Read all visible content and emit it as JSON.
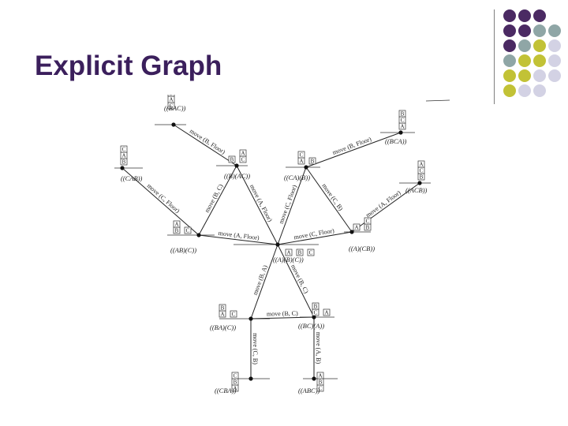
{
  "slide": {
    "title": "Explicit Graph",
    "colors": {
      "title": "#3b1f5c",
      "purple": "#4b2a63",
      "teal": "#8fa6a6",
      "olive": "#c2c236",
      "lavender": "#d3d2e4"
    }
  },
  "decor": {
    "dot_grid": [
      [
        "purple",
        "purple",
        "purple",
        ""
      ],
      [
        "purple",
        "purple",
        "teal",
        "teal"
      ],
      [
        "purple",
        "teal",
        "olive",
        "lavender"
      ],
      [
        "teal",
        "olive",
        "olive",
        "lavender"
      ],
      [
        "olive",
        "olive",
        "lavender",
        "lavender"
      ],
      [
        "olive",
        "lavender",
        "lavender",
        ""
      ]
    ]
  },
  "graph": {
    "states": [
      {
        "id": "BAC",
        "label": "((BAC))",
        "stacks": [
          [
            "C",
            "A",
            "B"
          ]
        ]
      },
      {
        "id": "CAB",
        "label": "((CAB))",
        "stacks": [
          [
            "B",
            "A",
            "C"
          ]
        ]
      },
      {
        "id": "B_AC",
        "label": "((B)(AC))",
        "stacks": [
          [
            "B"
          ],
          [
            "C",
            "A"
          ]
        ]
      },
      {
        "id": "CA_B",
        "label": "((CA)(B))",
        "stacks": [
          [
            "A",
            "C"
          ],
          [
            "B"
          ]
        ]
      },
      {
        "id": "BCA",
        "label": "((BCA))",
        "stacks": [
          [
            "A",
            "C",
            "B"
          ]
        ]
      },
      {
        "id": "ACB",
        "label": "((ACB))",
        "stacks": [
          [
            "B",
            "C",
            "A"
          ]
        ]
      },
      {
        "id": "AB_C",
        "label": "((AB)(C))",
        "stacks": [
          [
            "B",
            "A"
          ],
          [
            "C"
          ]
        ]
      },
      {
        "id": "A_B_C",
        "label": "((A)(B)(C))",
        "stacks": [
          [
            "A"
          ],
          [
            "B"
          ],
          [
            "C"
          ]
        ]
      },
      {
        "id": "A_CB",
        "label": "((A)(CB))",
        "stacks": [
          [
            "A"
          ],
          [
            "B",
            "C"
          ]
        ]
      },
      {
        "id": "BA_C",
        "label": "((BA)(C))",
        "stacks": [
          [
            "A",
            "B"
          ],
          [
            "C"
          ]
        ]
      },
      {
        "id": "BC_A",
        "label": "((BC)(A))",
        "stacks": [
          [
            "C",
            "B"
          ],
          [
            "A"
          ]
        ]
      },
      {
        "id": "CBA",
        "label": "((CBA))",
        "stacks": [
          [
            "A",
            "B",
            "C"
          ]
        ]
      },
      {
        "id": "ABC",
        "label": "((ABC))",
        "stacks": [
          [
            "C",
            "B",
            "A"
          ]
        ]
      }
    ],
    "edges": [
      {
        "from": "BAC",
        "to": "B_AC",
        "label": "move (B, Floor)"
      },
      {
        "from": "CAB",
        "to": "AB_C",
        "label": "move (C, Floor)"
      },
      {
        "from": "B_AC",
        "to": "AB_C",
        "label": "move (B, C)"
      },
      {
        "from": "B_AC",
        "to": "A_B_C",
        "label": "move (A, Floor)"
      },
      {
        "from": "CA_B",
        "to": "A_B_C",
        "label": "move (C, Floor)"
      },
      {
        "from": "CA_B",
        "to": "A_CB",
        "label": "move (C, B)"
      },
      {
        "from": "BCA",
        "to": "CA_B",
        "label": "move (B, Floor)"
      },
      {
        "from": "ACB",
        "to": "A_CB",
        "label": "move (A, Floor)"
      },
      {
        "from": "AB_C",
        "to": "A_B_C",
        "label": "move (A, Floor)"
      },
      {
        "from": "A_CB",
        "to": "A_B_C",
        "label": "move (C, Floor)"
      },
      {
        "from": "A_B_C",
        "to": "BA_C",
        "label": "move (B, A)"
      },
      {
        "from": "A_B_C",
        "to": "BC_A",
        "label": "move (B, C)"
      },
      {
        "from": "BA_C",
        "to": "BC_A",
        "label": "move (B, C)"
      },
      {
        "from": "BA_C",
        "to": "CBA",
        "label": "move (C, B)"
      },
      {
        "from": "BC_A",
        "to": "ABC",
        "label": "move (A, B)"
      }
    ]
  }
}
